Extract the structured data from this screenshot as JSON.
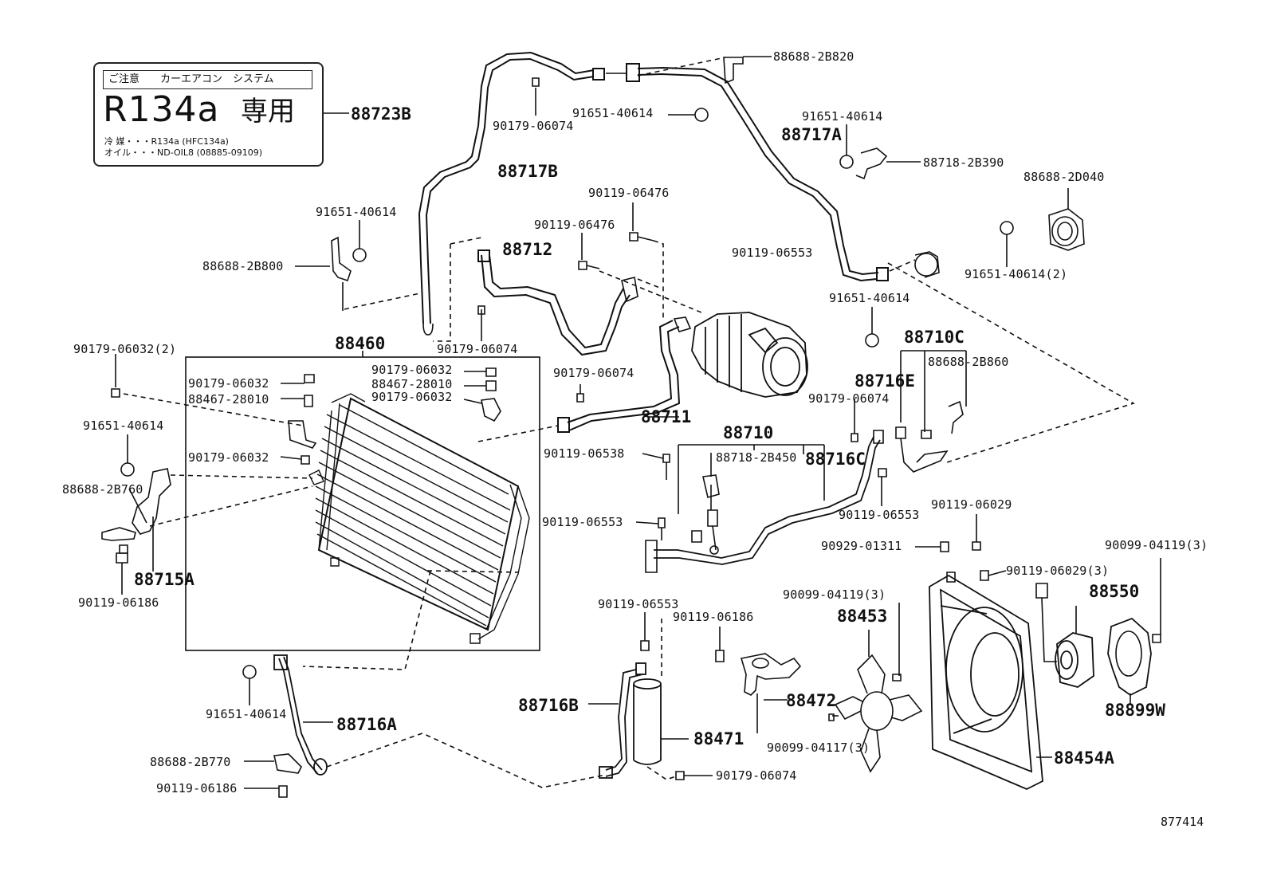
{
  "label_card": {
    "header": "ご注意　　カーエアコン　システム",
    "refrigerant": "R134a",
    "dedicated": "専用",
    "line1": "冷 媒・・・R134a (HFC134a)",
    "line2": "オイル・・・ND-OIL8 (08885-09109)"
  },
  "callouts": {
    "c88723B": "88723B",
    "c88688_2B820": "88688-2B820",
    "c90179_06074_a": "90179-06074",
    "c91651_40614_top": "91651-40614",
    "c88717A": "88717A",
    "c91651_40614_r1": "91651-40614",
    "c88718_2B390": "88718-2B390",
    "c88717B": "88717B",
    "c88688_2D040": "88688-2D040",
    "c90119_06476_a": "90119-06476",
    "c90119_06476_b": "90119-06476",
    "c91651_40614_left": "91651-40614",
    "c88712": "88712",
    "c90119_06553_top": "90119-06553",
    "c88688_2B800": "88688-2B800",
    "c91651_40614_2": "91651-40614(2)",
    "c91651_40614_mid": "91651-40614",
    "c90179_06074_b": "90179-06074",
    "c88710C": "88710C",
    "c90179_06032_2": "90179-06032(2)",
    "c88460": "88460",
    "c88688_2B860": "88688-2B860",
    "c90179_06032_a": "90179-06032",
    "c90179_06032_b": "90179-06032",
    "c90179_06074_c": "90179-06074",
    "c88716E": "88716E",
    "c88467_28010_a": "88467-28010",
    "c88467_28010_b": "88467-28010",
    "c90179_06032_c": "90179-06032",
    "c90179_06074_d": "90179-06074",
    "c88711": "88711",
    "c91651_40614_l2": "91651-40614",
    "c88710": "88710",
    "c90119_06538": "90119-06538",
    "c88718_2B450": "88718-2B450",
    "c88716C": "88716C",
    "c90179_06032_d": "90179-06032",
    "c88688_2B760": "88688-2B760",
    "c90119_06553_b": "90119-06553",
    "c90119_06029": "90119-06029",
    "c90119_06553_c": "90119-06553",
    "c90929_01311": "90929-01311",
    "c90099_04119_3a": "90099-04119(3)",
    "c88715A": "88715A",
    "c90119_06029_3": "90119-06029(3)",
    "c90119_06186_a": "90119-06186",
    "c90099_04119_3b": "90099-04119(3)",
    "c88550": "88550",
    "c90119_06553_d": "90119-06553",
    "c88453": "88453",
    "c90119_06186_b": "90119-06186",
    "c88716B": "88716B",
    "c88472": "88472",
    "c88899W": "88899W",
    "c91651_40614_bot": "91651-40614",
    "c88716A": "88716A",
    "c88471": "88471",
    "c90099_04117_3": "90099-04117(3)",
    "c88688_2B770": "88688-2B770",
    "c88454A": "88454A",
    "c90119_06186_c": "90119-06186",
    "c90179_06074_e": "90179-06074"
  },
  "figure_ref": "877414"
}
